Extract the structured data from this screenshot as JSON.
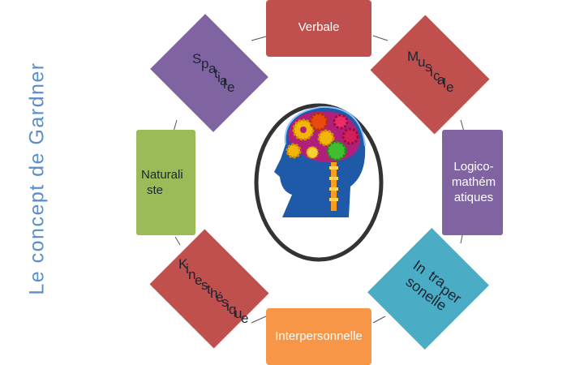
{
  "title": "Le concept de Gardner",
  "nodes": {
    "verbale": "Verbale",
    "musicale": [
      "M",
      "u",
      "s",
      "i",
      "c",
      "a",
      "l",
      "e"
    ],
    "spatiale": [
      "S",
      "p",
      "a",
      "t",
      "i",
      "a",
      "l",
      "e"
    ],
    "logico": [
      "Logico-",
      "mathém",
      "atiques"
    ],
    "naturaliste": [
      "Naturali",
      "ste"
    ],
    "kinesthesique": [
      "K",
      "i",
      "n",
      "e",
      "s",
      "t",
      "h",
      "é",
      "s",
      "i",
      "q",
      "u",
      "e"
    ],
    "intrapersonelle": [
      "In",
      "tra",
      "per",
      "so",
      "nelle"
    ],
    "interpersonnelle": "Interpersonnelle"
  },
  "center_image": "brain-gears-icon",
  "colors": {
    "verbale": "#c0504d",
    "musicale": "#c0504d",
    "spatiale": "#8064a2",
    "logico": "#8064a2",
    "naturaliste": "#9bbb59",
    "kinesthesique": "#c0504d",
    "intrapersonelle": "#4bacc6",
    "interpersonnelle": "#f79646",
    "ring": "#333333"
  }
}
